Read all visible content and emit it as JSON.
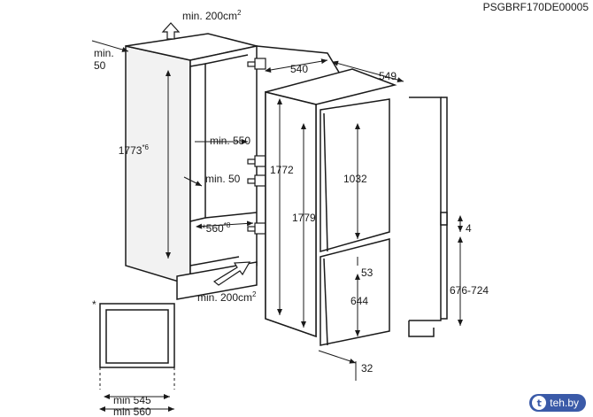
{
  "header": {
    "code": "PSGBRF170DE00005"
  },
  "labels": {
    "top_vent": "min. 200cm",
    "top_vent_sup": "2",
    "bottom_vent": "min. 200cm",
    "bottom_vent_sup": "2",
    "min50_top_a": "min.",
    "min50_top_b": "50",
    "h1773": "1773",
    "h1773_sup": "*6",
    "min550": "min. 550",
    "min50_mid": "min. 50",
    "w560": "*560",
    "w560_sup": "*8",
    "d540": "540",
    "d549": "549",
    "h1772": "1772",
    "h1779": "1779",
    "h1032": "1032",
    "d53": "53",
    "d644": "644",
    "d32": "32",
    "d4": "4",
    "d676": "676-724",
    "asterisk": "*",
    "min545": "min 545",
    "min560": "min 560"
  },
  "badge": {
    "text": "teh.by",
    "icon": "teh-logo-icon"
  },
  "colors": {
    "line": "#1a1a1a",
    "shade": "#e6e6e6",
    "badge": "#3a5aa8"
  }
}
